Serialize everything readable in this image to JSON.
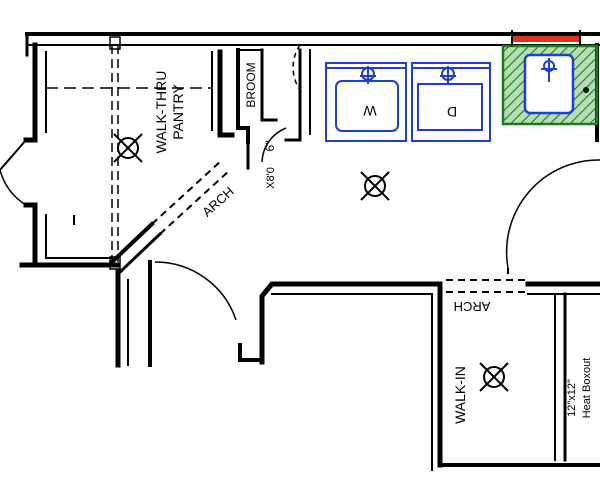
{
  "labels": {
    "pantry_line1": "WALK-THRU",
    "pantry_line2": "PANTRY",
    "broom": "BROOM",
    "dim_top": "6\"",
    "dim_bottom": "X8'0",
    "arch_left": "ARCH",
    "arch_right": "ARCH",
    "walk_in": "WALK-IN",
    "boxout_line1": "12\"x12\"",
    "boxout_line2": "Heat Boxout",
    "washer_mark": "W",
    "dryer_mark": "D"
  },
  "colors": {
    "wall": "#000000",
    "appliance": "#1f3fd0",
    "sink_fill": "#2ca02c",
    "sink_hatch": "#1b7a1b",
    "accent_bar": "#e0301e"
  },
  "icons": {
    "light_fixture": "ceiling-light-icon"
  }
}
